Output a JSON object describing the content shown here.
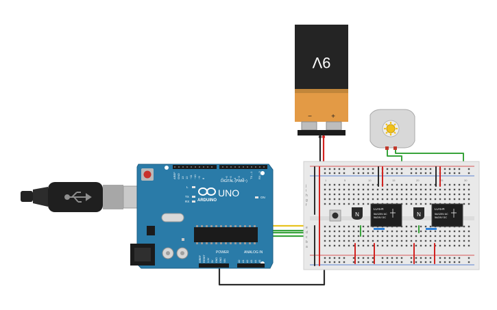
{
  "battery": {
    "voltage_label": "9V",
    "minus_label": "−",
    "plus_label": "+"
  },
  "arduino": {
    "brand": "ARDUINO",
    "model": "UNO",
    "digital_header": "DIGITAL (PWM~)",
    "power_header": "POWER",
    "analog_header": "ANALOG IN",
    "on_label": "ON",
    "led_l": "L",
    "led_tx": "TX",
    "led_rx": "RX",
    "aref": "AREF",
    "gnd": "GND",
    "pin_13": "13",
    "pin_12": "12",
    "pin_11": "~11",
    "pin_10": "~10",
    "pin_9": "~9",
    "pin_8": "8",
    "pin_7": "7",
    "pin_6": "~6",
    "pin_5": "~5",
    "pin_4": "4",
    "pin_3": "~3",
    "pin_2": "2",
    "pin_tx1": "TX→1",
    "pin_rx0": "RX←0",
    "power_pins": [
      "IOREF",
      "RESET",
      "3.3V",
      "5V",
      "GND",
      "GND",
      "VIN"
    ],
    "analog_pins": [
      "A0",
      "A1",
      "A2",
      "A3",
      "A4",
      "A5"
    ]
  },
  "breadboard": {
    "row_letters": [
      "j",
      "i",
      "h",
      "g",
      "f",
      "e",
      "d",
      "c",
      "b",
      "a"
    ],
    "col_numbers": [
      "1",
      "5",
      "10",
      "15",
      "20",
      "25",
      "30"
    ]
  },
  "transistors": [
    {
      "label": "N"
    },
    {
      "label": "N"
    }
  ],
  "relays": [
    {
      "model": "LU-5-R",
      "spec1": "5A/125V AC",
      "spec2": "5A/24V DC"
    },
    {
      "model": "LU-5-R",
      "spec1": "5A/125V AC",
      "spec2": "5A/24V DC"
    }
  ],
  "colors": {
    "wire_yellow": "#e7c31f",
    "wire_green": "#37a33a",
    "wire_black": "#2a2a2a",
    "wire_red": "#d1221f",
    "arduino_board": "#2a7ba8",
    "battery_orange": "#e39a45",
    "battery_black": "#242424"
  },
  "icons": {
    "usb": "usb-cable-icon",
    "motor": "dc-motor-icon",
    "button": "pushbutton-icon",
    "arduino_logo": "infinity-logo-icon"
  }
}
